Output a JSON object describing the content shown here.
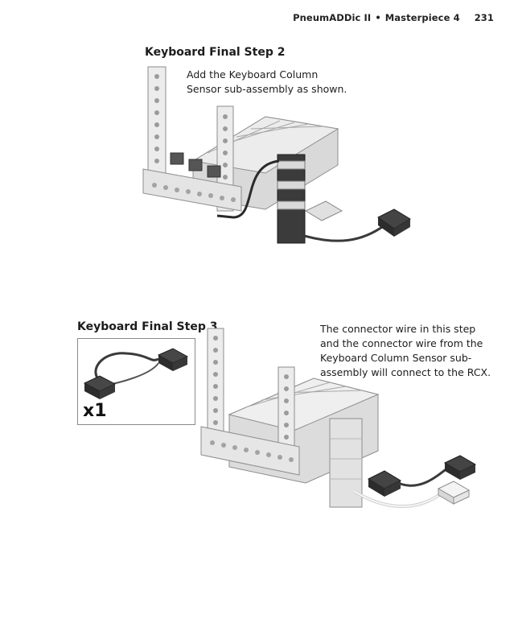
{
  "header": {
    "book_title": "PneumADDic II",
    "bullet": "•",
    "chapter": "Masterpiece 4",
    "page_number": "231"
  },
  "step2": {
    "title": "Keyboard Final Step 2",
    "instruction_lines": [
      "Add the Keyboard Column",
      "Sensor sub-assembly as shown."
    ]
  },
  "step3": {
    "title": "Keyboard Final Step 3",
    "instruction_lines": [
      "The connector wire in this step",
      "and the connector wire from the",
      "Keyboard Column Sensor sub-",
      "assembly will connect to the RCX."
    ],
    "parts_box": {
      "quantity": "x1"
    }
  }
}
